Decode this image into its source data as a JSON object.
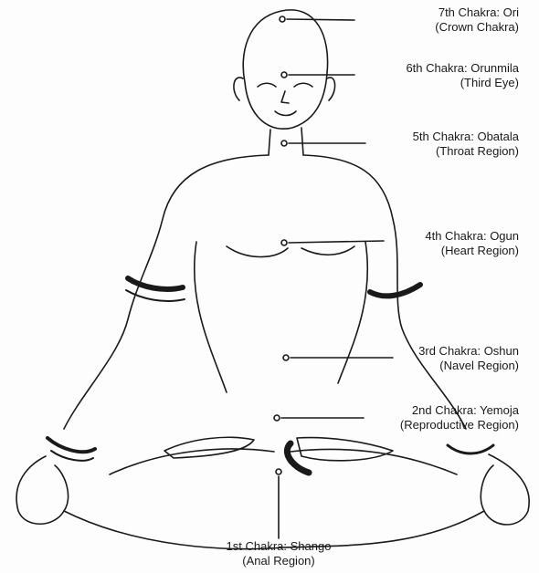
{
  "chakras": [
    {
      "name": "7th Chakra: Ori",
      "region": "(Crown Chakra)"
    },
    {
      "name": "6th Chakra: Orunmila",
      "region": "(Third Eye)"
    },
    {
      "name": "5th Chakra: Obatala",
      "region": "(Throat Region)"
    },
    {
      "name": "4th Chakra: Ogun",
      "region": "(Heart Region)"
    },
    {
      "name": "3rd Chakra: Oshun",
      "region": "(Navel Region)"
    },
    {
      "name": "2nd Chakra: Yemoja",
      "region": "(Reproductive Region)"
    },
    {
      "name": "1st Chakra: Shango",
      "region": "(Anal Region)"
    }
  ],
  "colors": {
    "ink": "#1a1a1a",
    "paper": "#fdfdfd"
  }
}
